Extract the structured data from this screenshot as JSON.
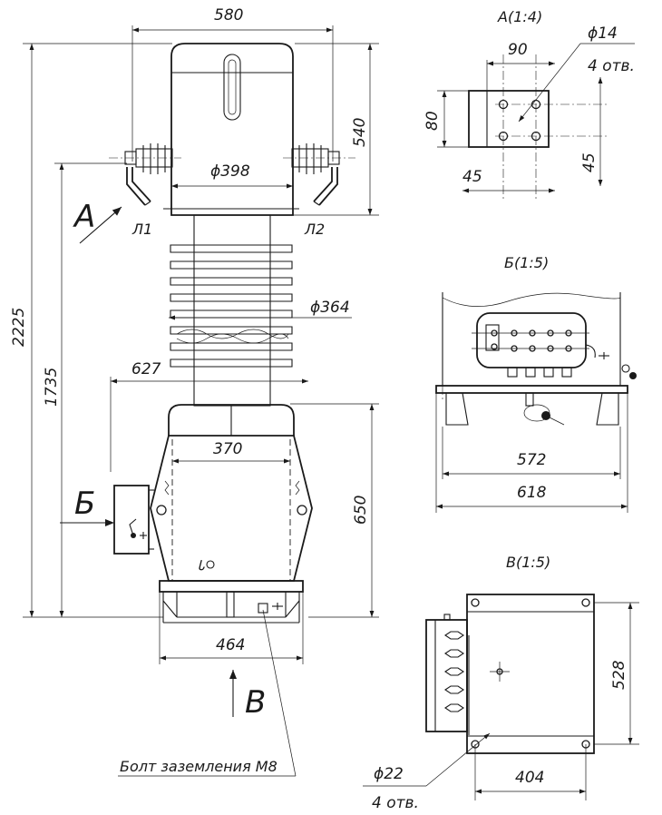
{
  "main_view": {
    "dims": {
      "width_top": "580",
      "height_head": "540",
      "head_diameter": "ϕ398",
      "total_height": "2225",
      "height_to_base": "1735",
      "insulator_diameter": "ϕ364",
      "base_width": "627",
      "tank_inner": "370",
      "tank_height": "650",
      "base_plate": "464"
    },
    "terminal_left": "Л1",
    "terminal_right": "Л2",
    "arrow_a": "А",
    "arrow_b": "Б",
    "arrow_v": "В",
    "ground_bolt_note": "Болт заземления М8"
  },
  "view_a": {
    "title": "А(1:4)",
    "dim_90": "90",
    "dim_80": "80",
    "dim_45_left": "45",
    "dim_45_right": "45",
    "hole_diameter": "ϕ14",
    "hole_count": "4 отв."
  },
  "view_b": {
    "title": "Б(1:5)",
    "dim_572": "572",
    "dim_618": "618"
  },
  "view_v": {
    "title": "В(1:5)",
    "dim_528": "528",
    "dim_404": "404",
    "hole_diameter": "ϕ22",
    "hole_count": "4 отв."
  }
}
